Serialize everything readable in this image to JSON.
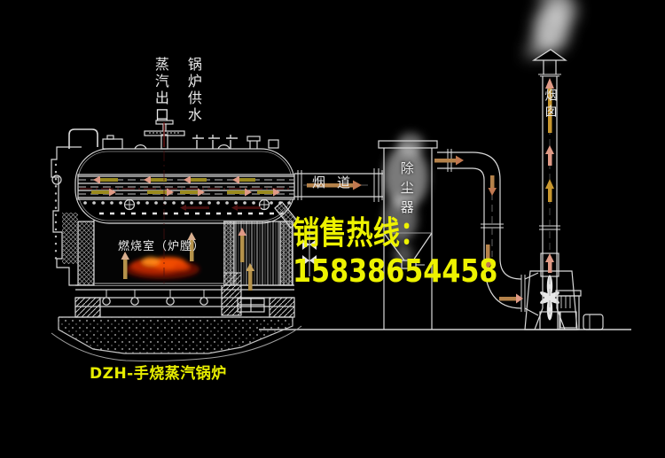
{
  "diagram": {
    "product_title": "DZH-手烧蒸汽锅炉",
    "hotline": "销售热线：15838654458",
    "labels": {
      "steam_outlet": "蒸汽出口",
      "boiler_feed_water": "锅炉供水",
      "flue_duct": "烟道",
      "dust_collector": "除尘器",
      "chimney": "烟囱",
      "combustion_chamber": "燃烧室（炉膛）"
    },
    "colors": {
      "background": "#000000",
      "line_art": "#dcdcdc",
      "hotline_yellow": "#edf200",
      "title_yellow": "#e6ec00",
      "arrow_body_olive": "#9a8a1e",
      "arrow_head_salmon": "#e09a86",
      "arrow_tan": "#b5824a",
      "leader_dark_red": "#701616",
      "fire_orange": "#ff5c00",
      "smoke_gray": "#d8d8d8"
    }
  }
}
